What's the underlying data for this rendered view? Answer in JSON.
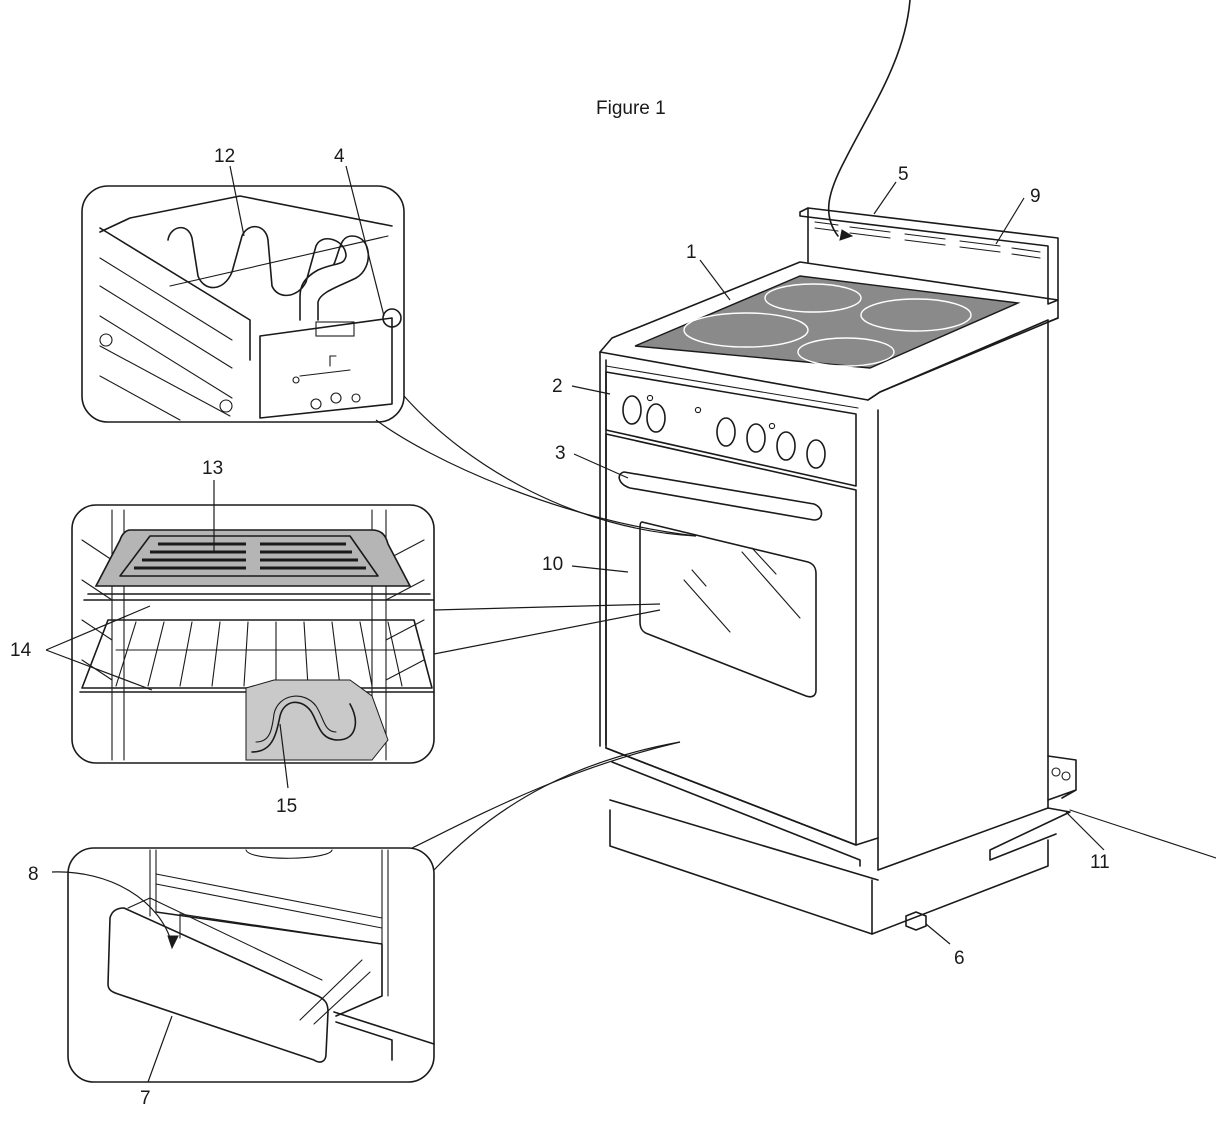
{
  "figure": {
    "title": "Figure  1"
  },
  "callouts": {
    "c1": "1",
    "c2": "2",
    "c3": "3",
    "c4": "4",
    "c5": "5",
    "c6": "6",
    "c7": "7",
    "c8": "8",
    "c9": "9",
    "c10": "10",
    "c11": "11",
    "c12": "12",
    "c13": "13",
    "c14": "14",
    "c15": "15"
  },
  "colors": {
    "line": "#1a1a1a",
    "cooktop_glass": "#8a8a8a",
    "broiler_pan": "#b5b5b5",
    "bake_element_shadow": "#c9c9c9"
  }
}
